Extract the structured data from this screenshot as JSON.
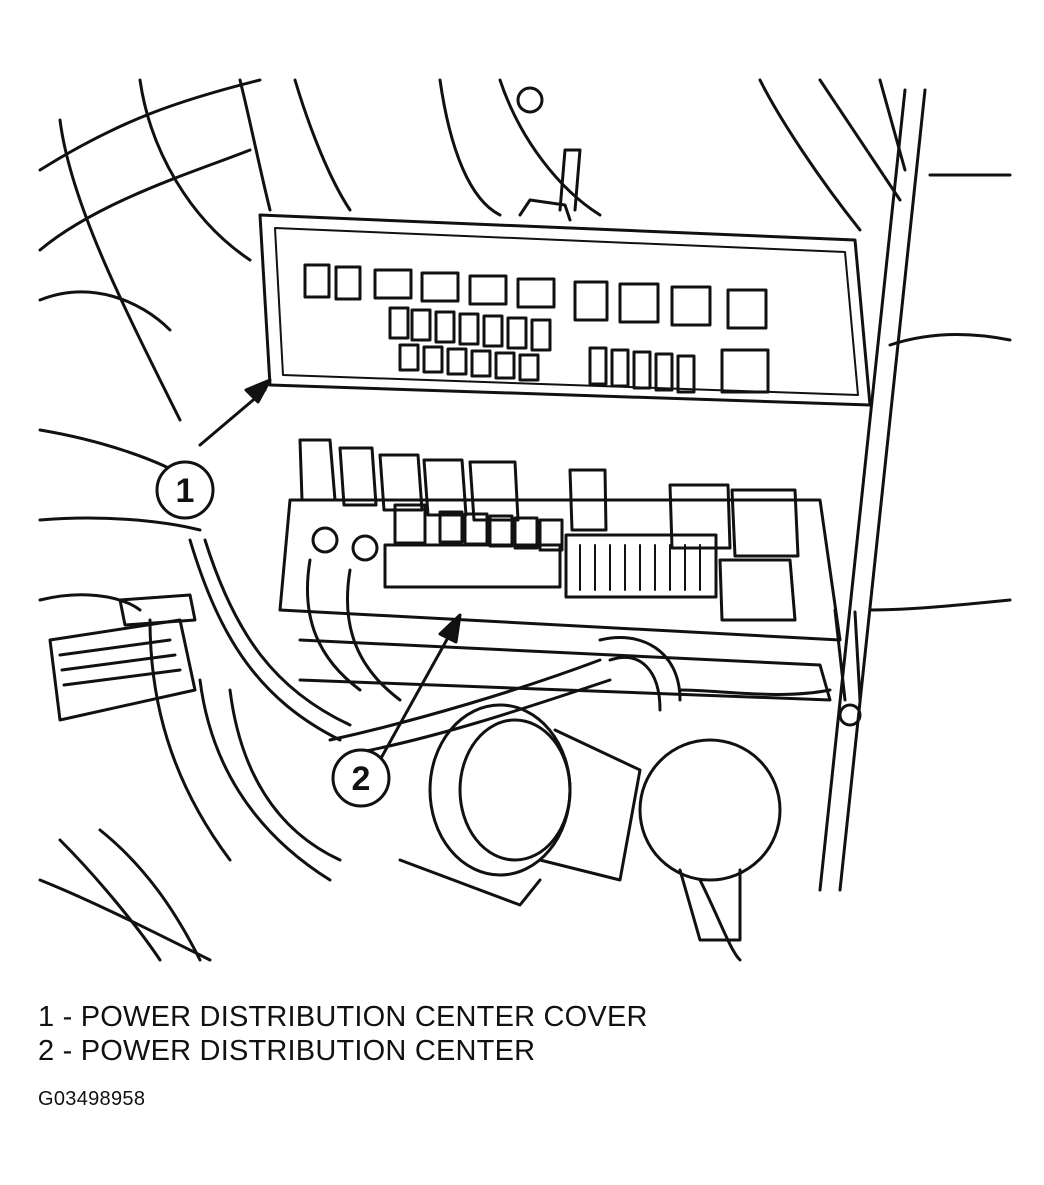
{
  "callouts": [
    {
      "number": "1",
      "label": "POWER DISTRIBUTION CENTER COVER"
    },
    {
      "number": "2",
      "label": "POWER DISTRIBUTION CENTER"
    }
  ],
  "legend": {
    "separator": "-"
  },
  "figure_id": "G03498958",
  "colors": {
    "ink": "#111111",
    "paper": "#ffffff"
  }
}
